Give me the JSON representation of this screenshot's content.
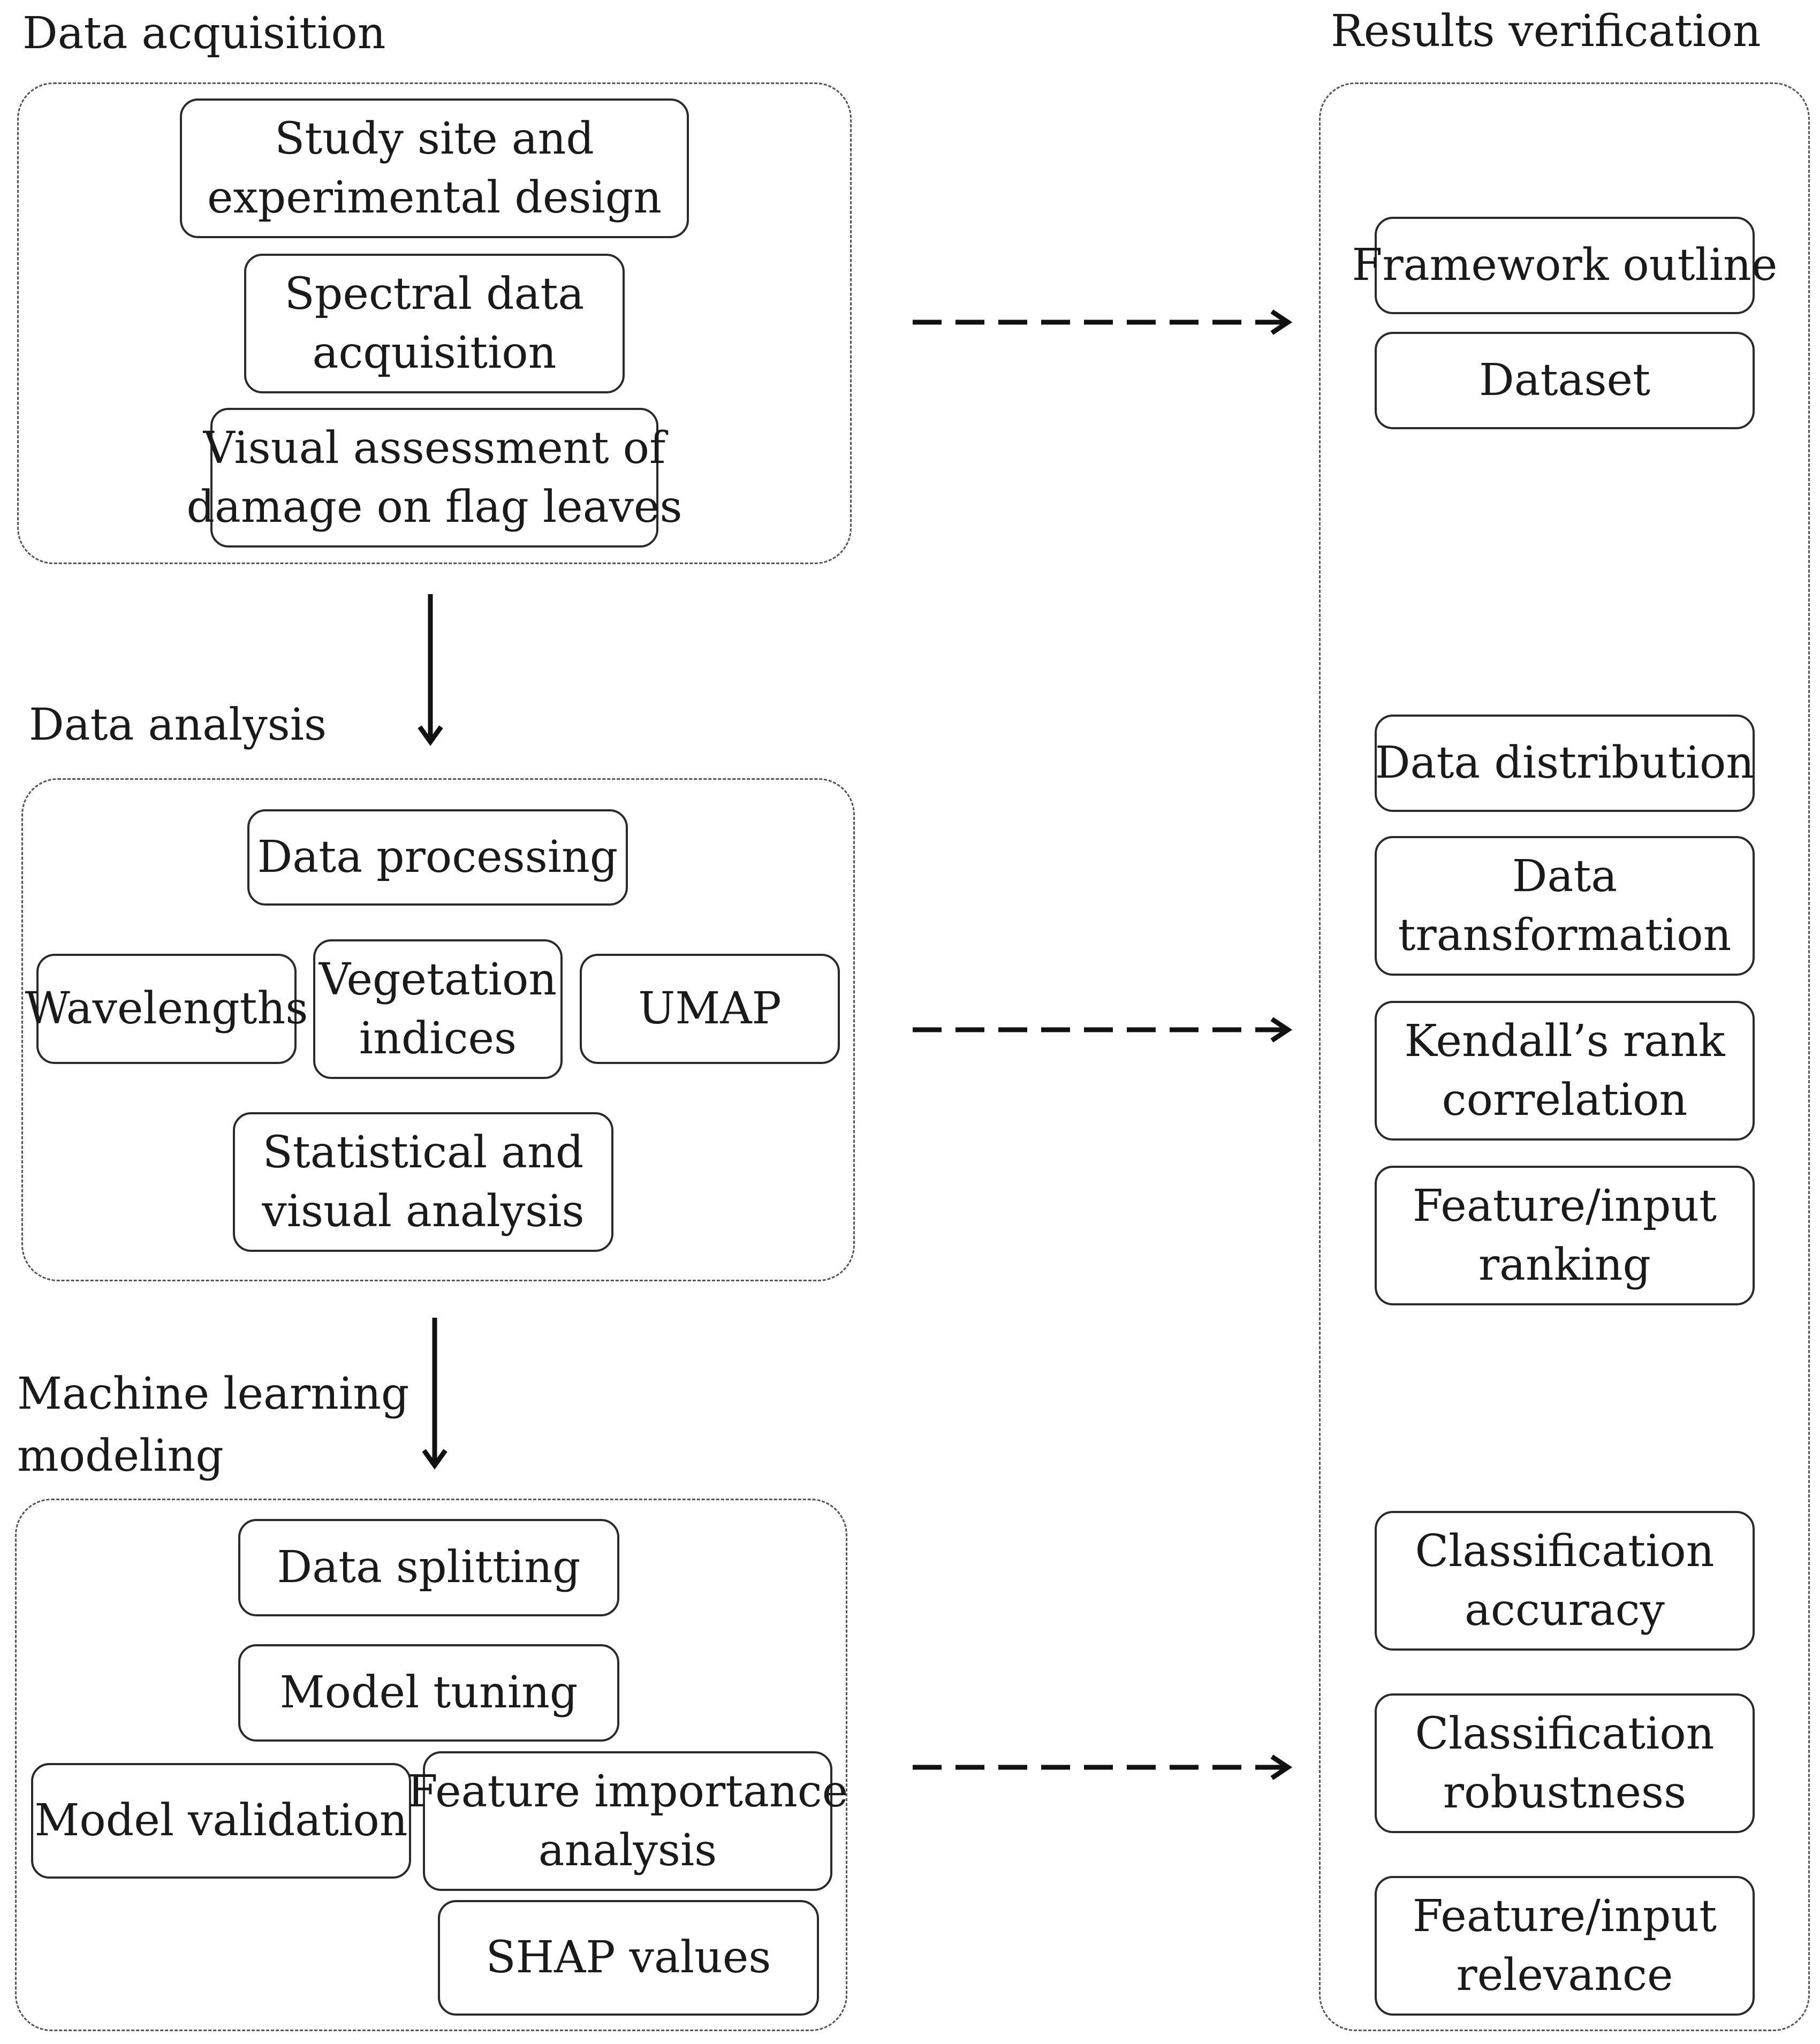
{
  "sections": {
    "acquisition": {
      "title": "Data acquisition"
    },
    "analysis": {
      "title": "Data analysis"
    },
    "modeling": {
      "title_line1": "Machine learning",
      "title_line2": "modeling"
    },
    "verification": {
      "title": "Results verification"
    }
  },
  "acquisition_steps": {
    "study_site": [
      "Study site and",
      "experimental design"
    ],
    "spectral": [
      "Spectral data",
      "acquisition"
    ],
    "visual": [
      "Visual assessment of",
      "damage on flag leaves"
    ]
  },
  "analysis_steps": {
    "processing": "Data processing",
    "wavelengths": "Wavelengths",
    "vegetation": [
      "Vegetation",
      "indices"
    ],
    "umap": "UMAP",
    "statistical": [
      "Statistical and",
      "visual analysis"
    ]
  },
  "modeling_steps": {
    "splitting": "Data splitting",
    "tuning": "Model tuning",
    "validation": "Model validation",
    "feature_importance": [
      "Feature importance",
      "analysis"
    ],
    "shap": "SHAP values"
  },
  "verification_items": {
    "framework": "Framework outline",
    "dataset": "Dataset",
    "distribution": "Data distribution",
    "transformation": [
      "Data",
      "transformation"
    ],
    "kendall": [
      "Kendall’s rank",
      "correlation"
    ],
    "ranking": [
      "Feature/input",
      "ranking"
    ],
    "accuracy": [
      "Classification",
      "accuracy"
    ],
    "robustness": [
      "Classification",
      "robustness"
    ],
    "relevance": [
      "Feature/input",
      "relevance"
    ]
  }
}
